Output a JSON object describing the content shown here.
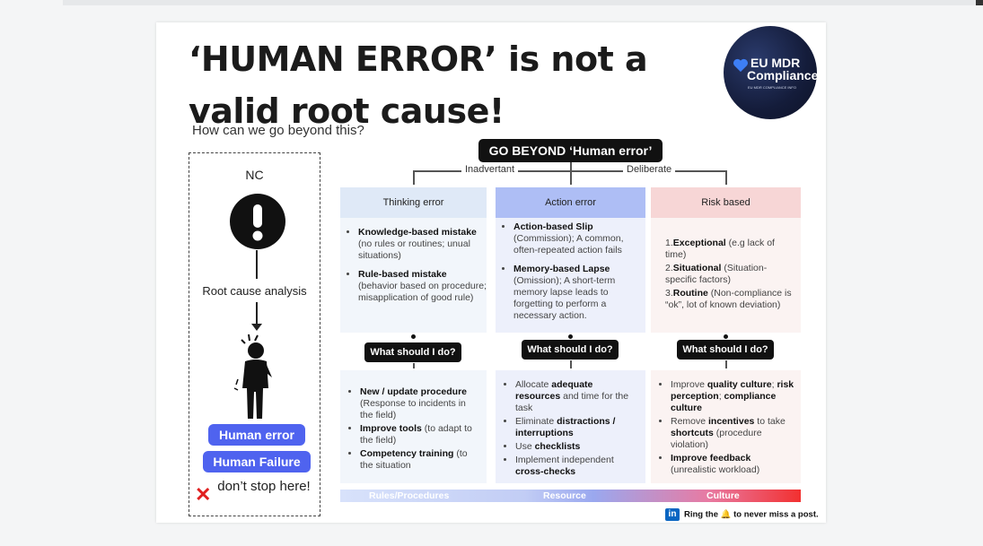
{
  "title": "‘HUMAN ERROR’ is not a valid  root cause!",
  "subtitle": "How can we go beyond this?",
  "logo": {
    "line1": "EU MDR",
    "line2": "Compliance",
    "tagline": "EU MDR COMPLIANCE INFO"
  },
  "left_panel": {
    "nc": "NC",
    "root_cause": "Root cause analysis",
    "pill_error": "Human error",
    "pill_failure": "Human Failure",
    "dont_stop": "don’t stop here!"
  },
  "go_beyond": "GO BEYOND ‘Human error’",
  "branches": {
    "left": "Inadvertant",
    "right": "Deliberate"
  },
  "columns": [
    {
      "header": "Thinking error",
      "items": [
        {
          "bold": "Knowledge-based mistake",
          "text": " (no rules or routines; unual situations)"
        },
        {
          "bold": "Rule-based mistake",
          "text": " (behavior based on procedure; misapplication of good rule)"
        }
      ],
      "question": "What should I do?",
      "actions": [
        {
          "bold": "New / update procedure",
          "text": " (Response to incidents in the field)"
        },
        {
          "bold": "Improve tools",
          "text": " (to adapt to the field)"
        },
        {
          "bold": "Competency training",
          "text": " (to the situation"
        }
      ],
      "band_label": "Rules/Procedures"
    },
    {
      "header": "Action error",
      "items": [
        {
          "bold": "Action-based Slip",
          "text": " (Commission); A common, often-repeated action fails"
        },
        {
          "bold": "Memory-based Lapse",
          "text": " (Omission); A short-term memory lapse leads to forgetting to perform a necessary action."
        }
      ],
      "question": "What should I do?",
      "actions": [
        {
          "pre": "Allocate ",
          "bold": "adequate resources",
          "text": " and time for the task"
        },
        {
          "pre": "Eliminate ",
          "bold": "distractions / interruptions",
          "text": ""
        },
        {
          "pre": "Use ",
          "bold": "checklists",
          "text": ""
        },
        {
          "pre": "Implement independent ",
          "bold": "cross-checks",
          "text": ""
        }
      ],
      "band_label": "Resource"
    },
    {
      "header": "Risk based",
      "items": [
        {
          "num": "1.",
          "bold": "Exceptional",
          "text": " (e.g lack of time)"
        },
        {
          "num": "2.",
          "bold": "Situational",
          "text": " (Situation-specific factors)"
        },
        {
          "num": "3.",
          "bold": "Routine",
          "text": " (Non-compliance is “ok”, lot of known deviation)"
        }
      ],
      "question": "What should I do?",
      "actions": [
        {
          "pre": "Improve ",
          "bold": "quality culture",
          "text": "; "
        },
        {
          "pre": "",
          "bold": "risk perception",
          "text": "; "
        },
        {
          "pre": "",
          "bold": "compliance culture",
          "text": ""
        },
        {
          "pre": "Remove ",
          "bold": "incentives",
          "text": " to take "
        },
        {
          "pre": "",
          "bold": "shortcuts",
          "text": " (procedure violation)"
        },
        {
          "pre": "",
          "bold": "Improve feedback",
          "text": " (unrealistic workload)"
        }
      ],
      "band_label": "Culture"
    }
  ],
  "footer": {
    "pre": "Ring the ",
    "icon": "bell-icon",
    "post": " to never miss a post.",
    "linkedin": "in"
  },
  "colors": {
    "accent": "#4f63ef",
    "dark": "#111111",
    "alert_red": "#e02020"
  }
}
